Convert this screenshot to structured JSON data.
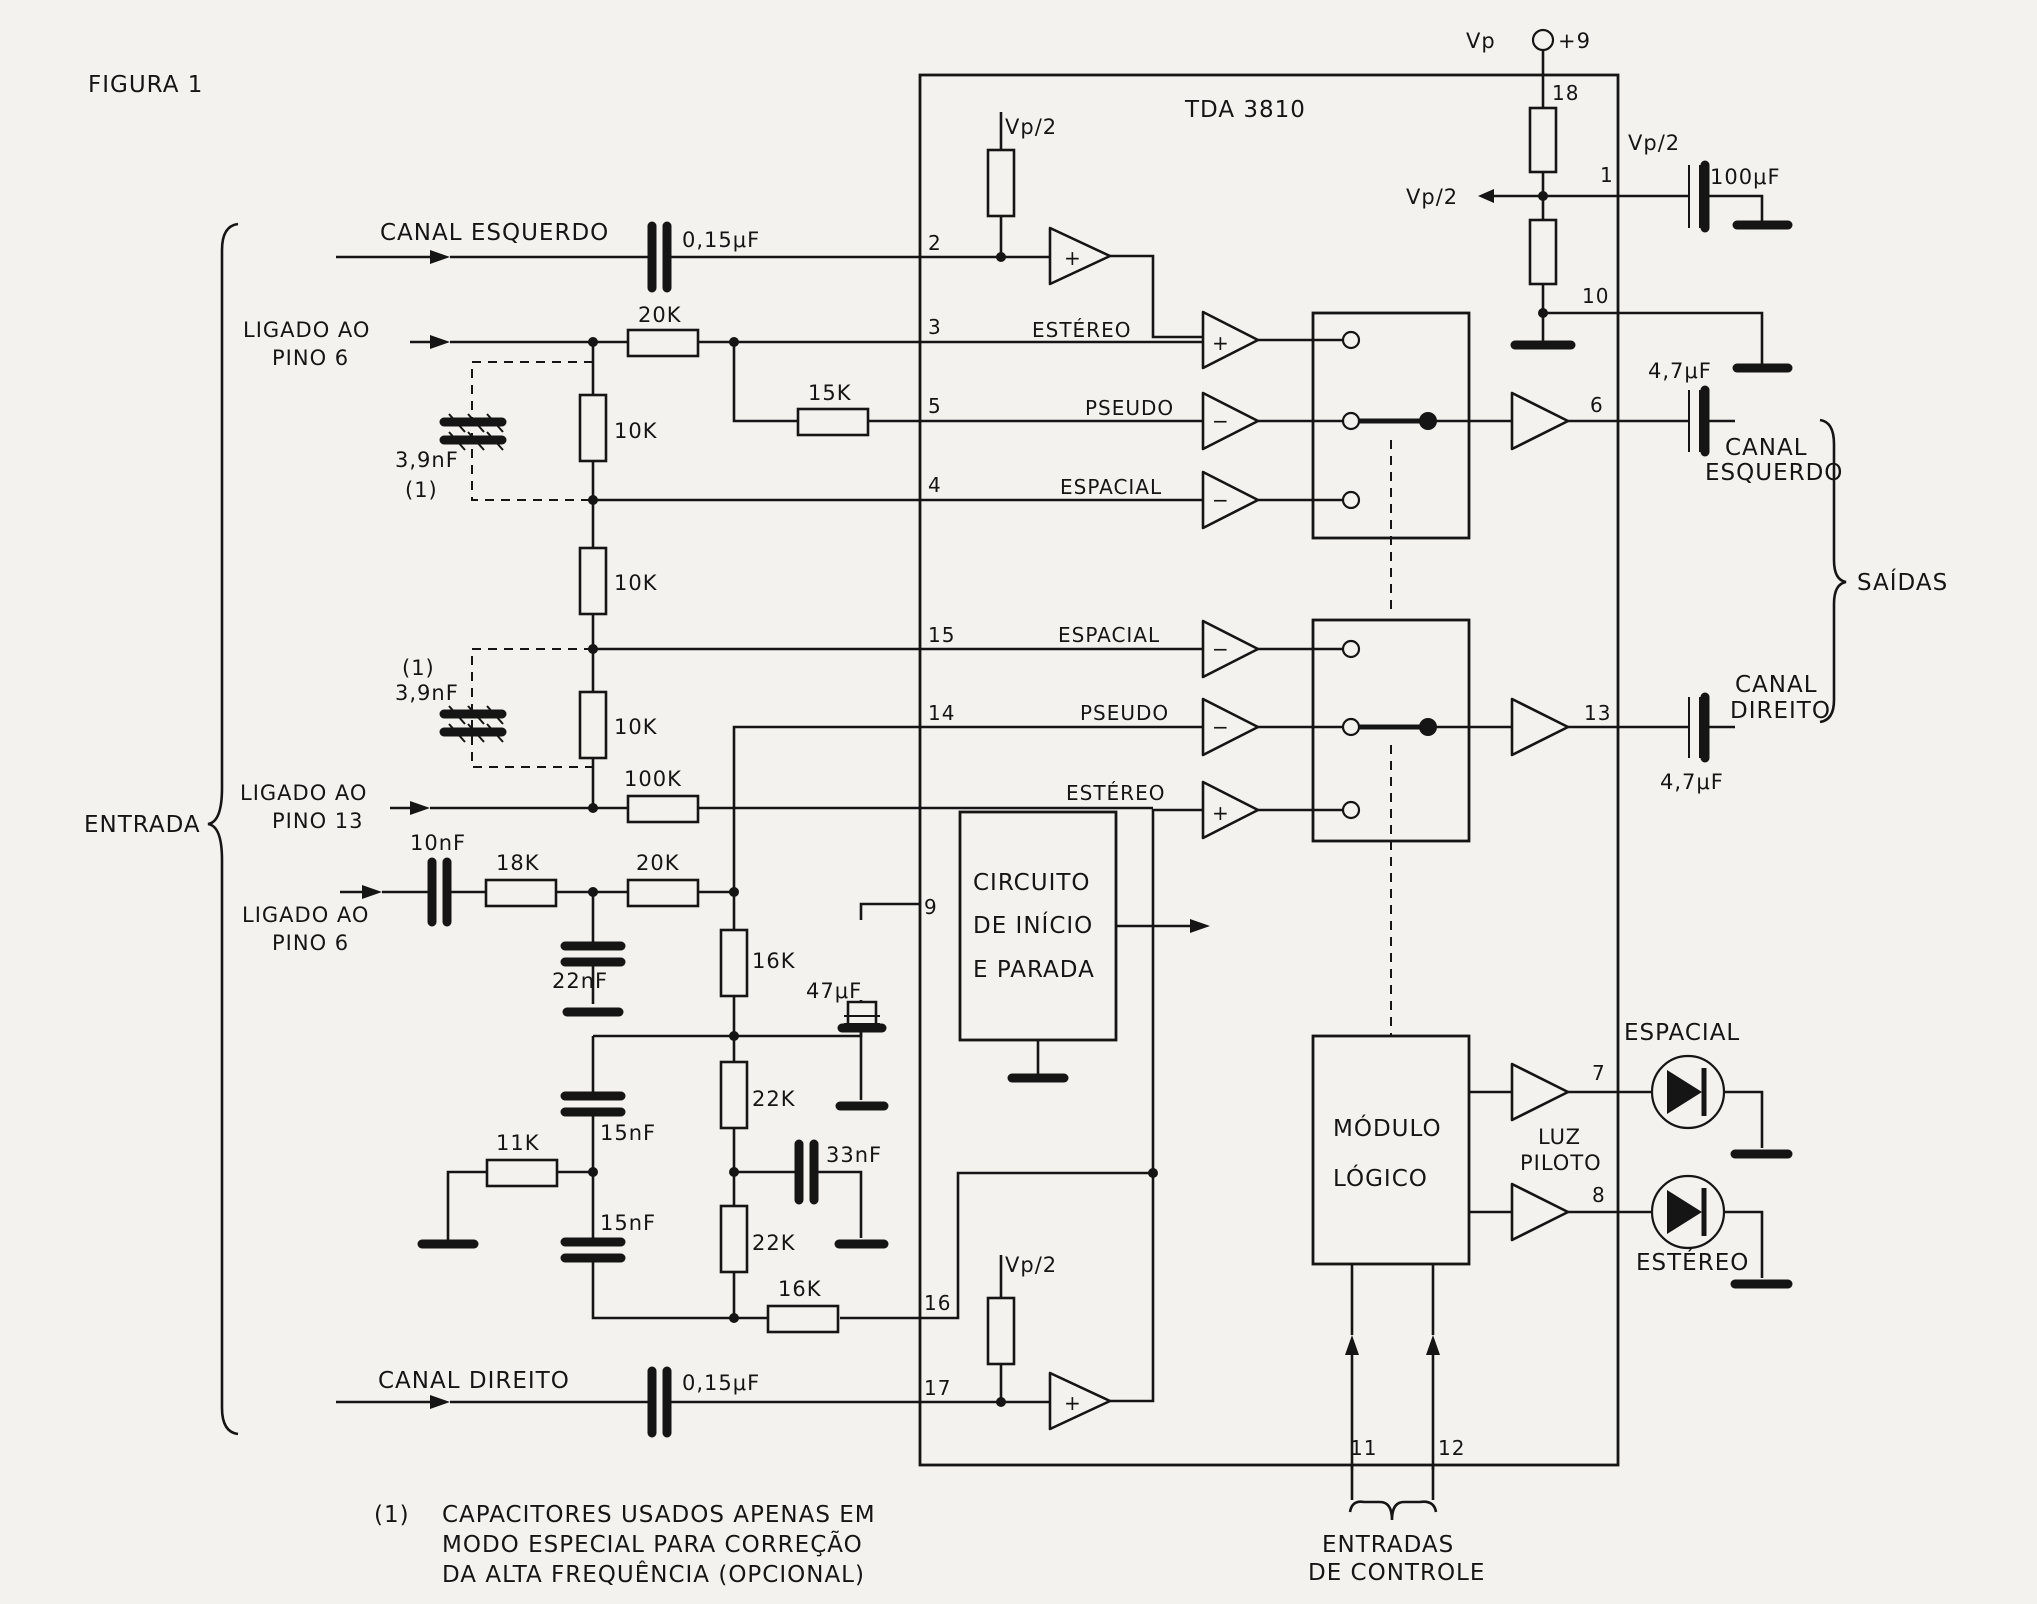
{
  "figure_title": "FIGURA 1",
  "ic_name": "TDA 3810",
  "supply": {
    "vp": "Vp",
    "voltage": "+9"
  },
  "labels": {
    "vp2": "Vp/2",
    "entrada": "ENTRADA",
    "saidas": "SAÍDAS",
    "canal_esquerdo_in": "CANAL ESQUERDO",
    "canal_direito_in": "CANAL DIREITO",
    "ligado_ao": "LIGADO AO",
    "pino6": "PINO 6",
    "pino13": "PINO 13",
    "out_canal": "CANAL",
    "out_esquerdo": "ESQUERDO",
    "out_direito": "DIREITO",
    "estereo": "ESTÉREO",
    "pseudo": "PSEUDO",
    "espacial": "ESPACIAL",
    "circuito_1": "CIRCUITO",
    "circuito_2": "DE INÍCIO",
    "circuito_3": "E PARADA",
    "modulo_1": "MÓDULO",
    "modulo_2": "LÓGICO",
    "luz": "LUZ",
    "piloto": "PILOTO",
    "led_espacial": "ESPACIAL",
    "led_estereo": "ESTÉREO",
    "entradas_1": "ENTRADAS",
    "entradas_2": "DE CONTROLE",
    "opt_mark": "(1)"
  },
  "components": {
    "c_in_left": "0,15μF",
    "c_in_right": "0,15μF",
    "r_20k_top": "20K",
    "r_15k": "15K",
    "r_10k_a": "10K",
    "r_10k_b": "10K",
    "r_10k_c": "10K",
    "c_3n9_a": "3,9nF",
    "c_3n9_b": "3,9nF",
    "r_100k": "100K",
    "c_10n": "10nF",
    "r_18k": "18K",
    "r_20k_mid": "20K",
    "r_16k_v": "16K",
    "c_22n": "22nF",
    "c_47u": "47μF",
    "r_22k_a": "22K",
    "r_22k_b": "22K",
    "c_15n_a": "15nF",
    "c_15n_b": "15nF",
    "r_11k": "11K",
    "c_33n": "33nF",
    "r_16k_h": "16K",
    "c_100u": "100μF",
    "c_4u7_a": "4,7μF",
    "c_4u7_b": "4,7μF"
  },
  "pins": {
    "p1": "1",
    "p2": "2",
    "p3": "3",
    "p4": "4",
    "p5": "5",
    "p6": "6",
    "p7": "7",
    "p8": "8",
    "p9": "9",
    "p10": "10",
    "p11": "11",
    "p12": "12",
    "p13": "13",
    "p14": "14",
    "p15": "15",
    "p16": "16",
    "p17": "17",
    "p18": "18"
  },
  "footnote": {
    "mark": "(1)",
    "line1": "CAPACITORES USADOS APENAS EM",
    "line2": "MODO ESPECIAL PARA CORREÇÃO",
    "line3": "DA ALTA FREQUÊNCIA (OPCIONAL)"
  }
}
